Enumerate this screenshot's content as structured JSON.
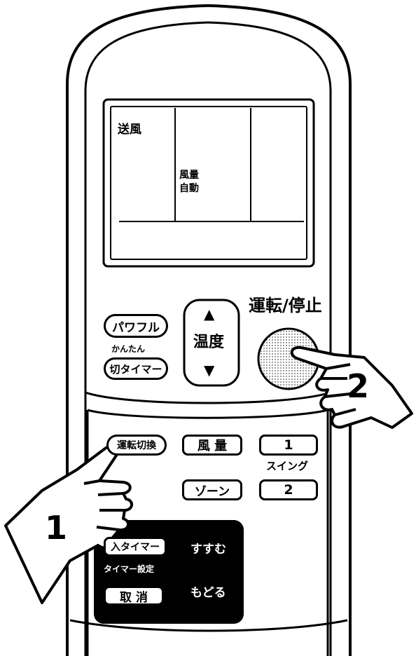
{
  "display": {
    "mode": "送風",
    "fan": [
      "風量",
      "自動"
    ]
  },
  "buttons": {
    "power": "パワフル",
    "kantan": "かんたん",
    "off_timer": "切タイマー",
    "temp": "温度",
    "run_stop": "運転/停止",
    "mode_switch": "運転切換",
    "fan": "風 量",
    "swing_1": "1",
    "swing_label": "スイング",
    "zone": "ゾーン",
    "swing_2": "2",
    "on_timer": "入タイマー",
    "timer_set": "タイマー設定",
    "cancel": "取 消",
    "forward": "すすむ",
    "back": "もどる"
  },
  "steps": [
    "1",
    "2"
  ]
}
